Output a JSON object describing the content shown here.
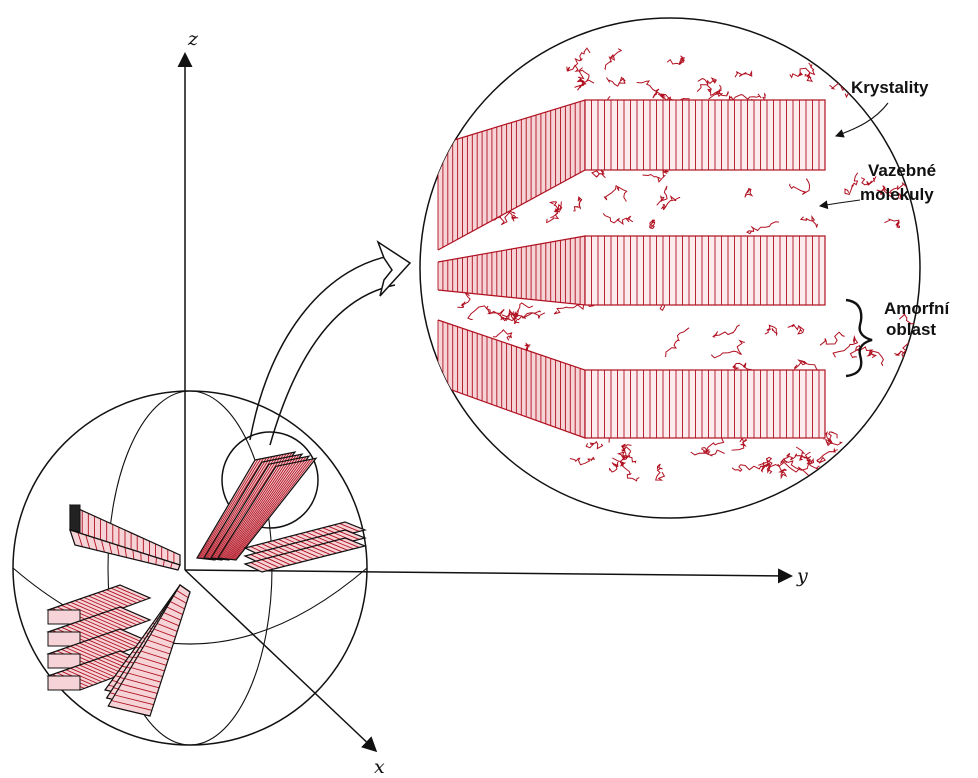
{
  "axes": {
    "z": "z",
    "y": "y",
    "x": "x"
  },
  "labels": {
    "crystallites": "Krystality",
    "tie_molecules_line1": "Vazebné",
    "tie_molecules_line2": "molekuly",
    "amorphous_line1": "Amorfní",
    "amorphous_line2": "oblast"
  },
  "colors": {
    "lamella_hatch": "#b01020",
    "lamella_fill": "#f6d3d6",
    "outline": "#111111"
  }
}
